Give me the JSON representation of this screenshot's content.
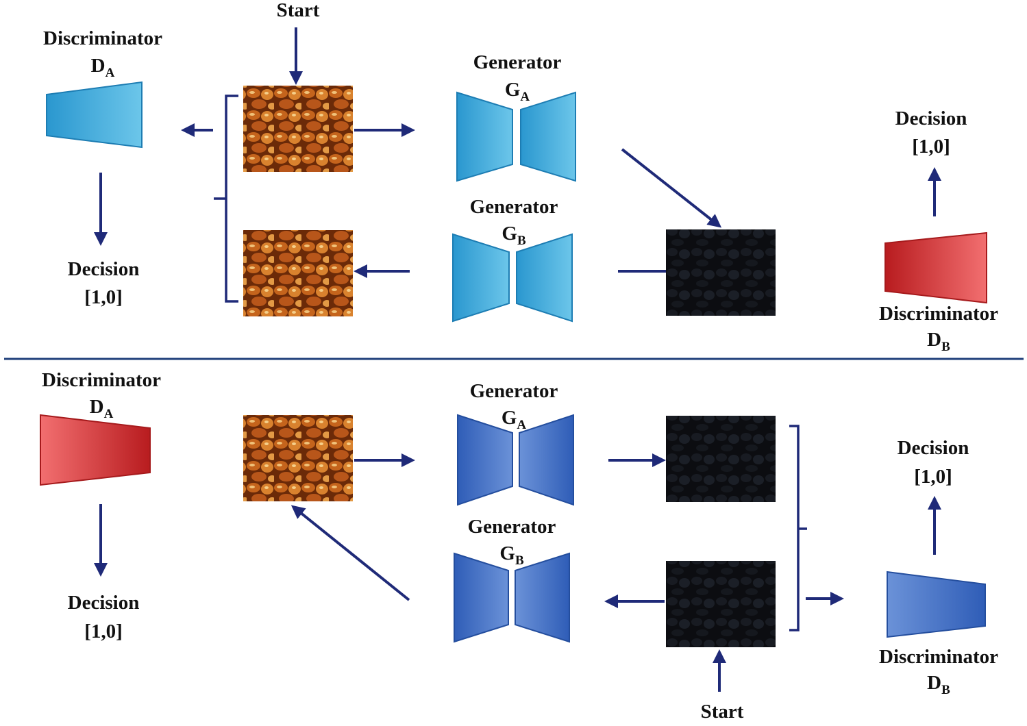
{
  "colors": {
    "arrow": "#1f2a78",
    "light_blue": "#4fb3de",
    "dark_blue": "#3f6fc6",
    "red": "#e0393b",
    "divider": "#1f3f7a"
  },
  "top": {
    "start": "Start",
    "disc_a": {
      "name": "Discriminator",
      "letter": "D",
      "sub": "A"
    },
    "decision_a": {
      "word": "Decision",
      "value": "[1,0]"
    },
    "gen_a": {
      "name": "Generator",
      "letter": "G",
      "sub": "A"
    },
    "gen_b": {
      "name": "Generator",
      "letter": "G",
      "sub": "B"
    },
    "decision_b": {
      "word": "Decision",
      "value": "[1,0]"
    },
    "disc_b": {
      "name": "Discriminator",
      "letter": "D",
      "sub": "B"
    }
  },
  "bottom": {
    "disc_a": {
      "name": "Discriminator",
      "letter": "D",
      "sub": "A"
    },
    "decision_a": {
      "word": "Decision",
      "value": "[1,0]"
    },
    "gen_a": {
      "name": "Generator",
      "letter": "G",
      "sub": "A"
    },
    "gen_b": {
      "name": "Generator",
      "letter": "G",
      "sub": "B"
    },
    "decision_b": {
      "word": "Decision",
      "value": "[1,0]"
    },
    "disc_b": {
      "name": "Discriminator",
      "letter": "D",
      "sub": "B"
    },
    "start": "Start"
  },
  "images": {
    "orange_texture": "corn-kernels-orange-image",
    "dark_texture": "corn-kernels-dark-image"
  }
}
